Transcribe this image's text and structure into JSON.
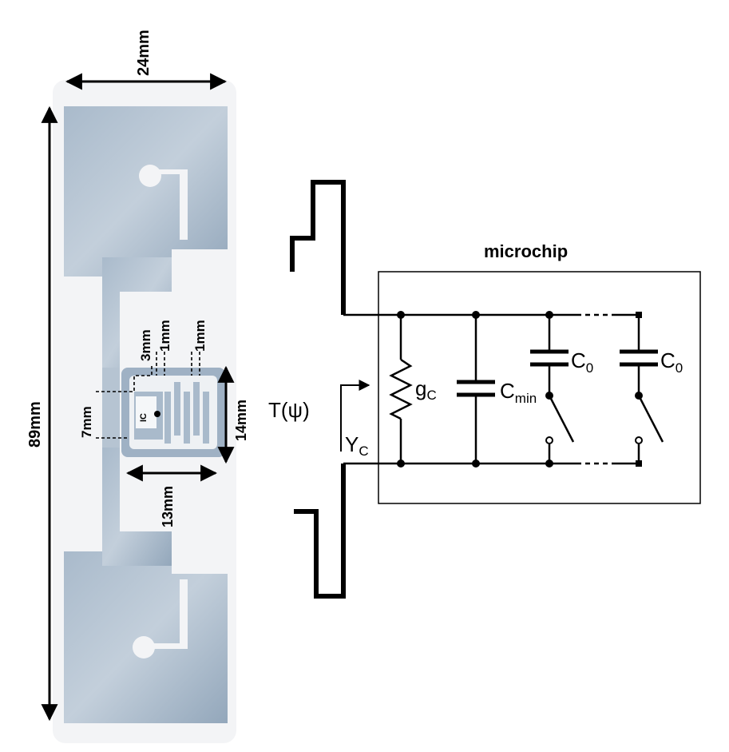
{
  "tag": {
    "width_label": "24mm",
    "length_label": "89mm",
    "dim_3mm": "3mm",
    "dim_1mm_a": "1mm",
    "dim_1mm_b": "1mm",
    "dim_7mm": "7mm",
    "dim_14mm": "14mm",
    "dim_13mm": "13mm",
    "ic_label": "IC"
  },
  "circuit": {
    "box_title": "microchip",
    "yt_label": "T(ψ)",
    "yc_main": "Y",
    "yc_sub": "C",
    "gc_main": "g",
    "gc_sub": "C",
    "cmin_main": "C",
    "cmin_sub": "min",
    "c0a_main": "C",
    "c0a_sub": "0",
    "c0b_main": "C",
    "c0b_sub": "0"
  },
  "colors": {
    "tag_background": "#f3f4f6",
    "antenna_fill": "#9fb1c4",
    "line": "#000000"
  }
}
